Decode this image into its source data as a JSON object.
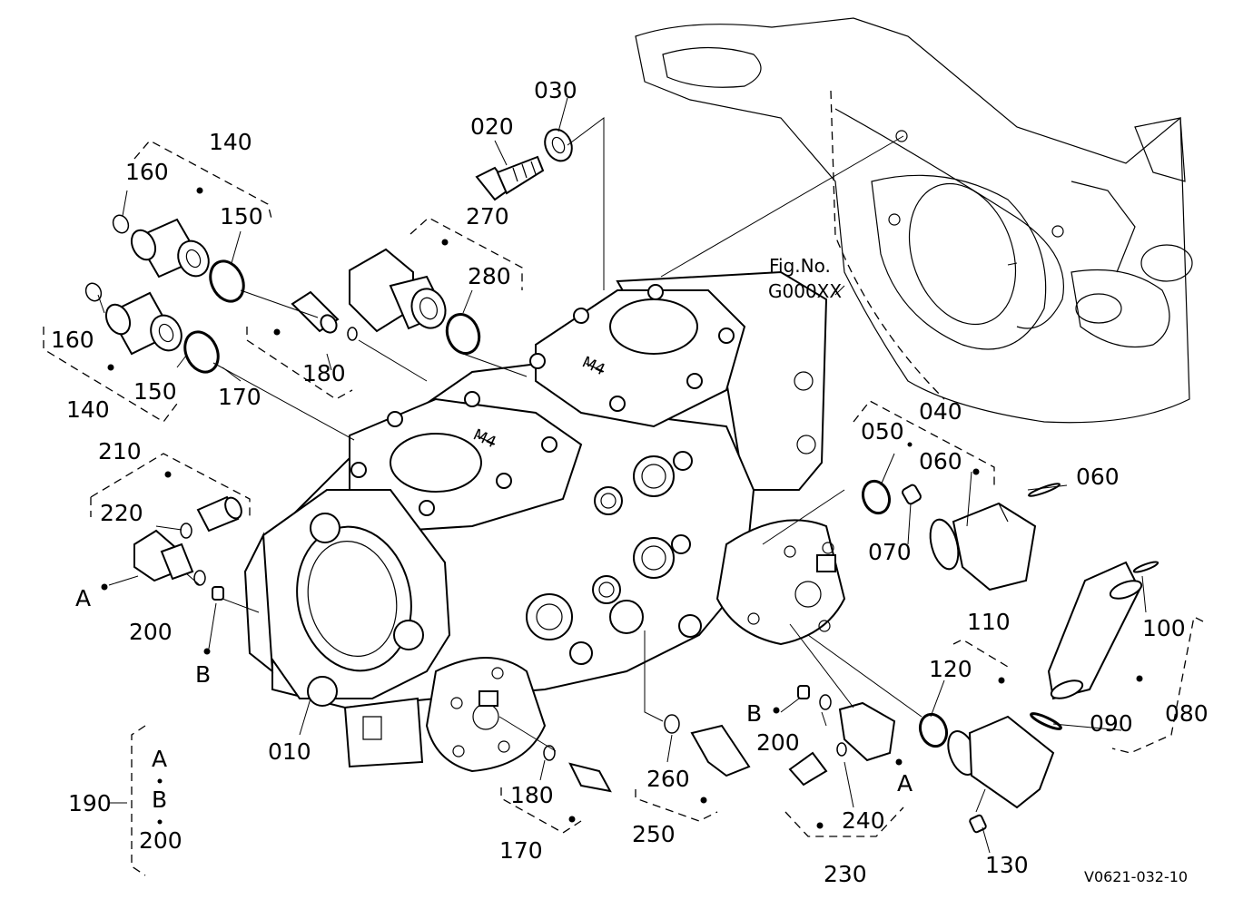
{
  "figure_ref": {
    "line1": "Fig.No.",
    "line2": "G000XX"
  },
  "drawing_code": "V0621-032-10",
  "callouts": {
    "p010": "010",
    "p020": "020",
    "p030": "030",
    "p040": "040",
    "p050": "050",
    "p060a": "060",
    "p060b": "060",
    "p070": "070",
    "p080": "080",
    "p090": "090",
    "p100": "100",
    "p110": "110",
    "p120": "120",
    "p130": "130",
    "p140a": "140",
    "p140b": "140",
    "p150a": "150",
    "p150b": "150",
    "p160a": "160",
    "p160b": "160",
    "p170a": "170",
    "p170b": "170",
    "p180a": "180",
    "p180b": "180",
    "p190": "190",
    "p200a": "200",
    "p200b": "200",
    "p210": "210",
    "p220": "220",
    "p230": "230",
    "p240": "240",
    "p250": "250",
    "p260": "260",
    "p270": "270",
    "p280": "280",
    "A1": "A",
    "A2": "A",
    "B1": "B",
    "B2": "B"
  },
  "kit_190": {
    "line1": "A",
    "line2": "B",
    "line3": "200"
  }
}
